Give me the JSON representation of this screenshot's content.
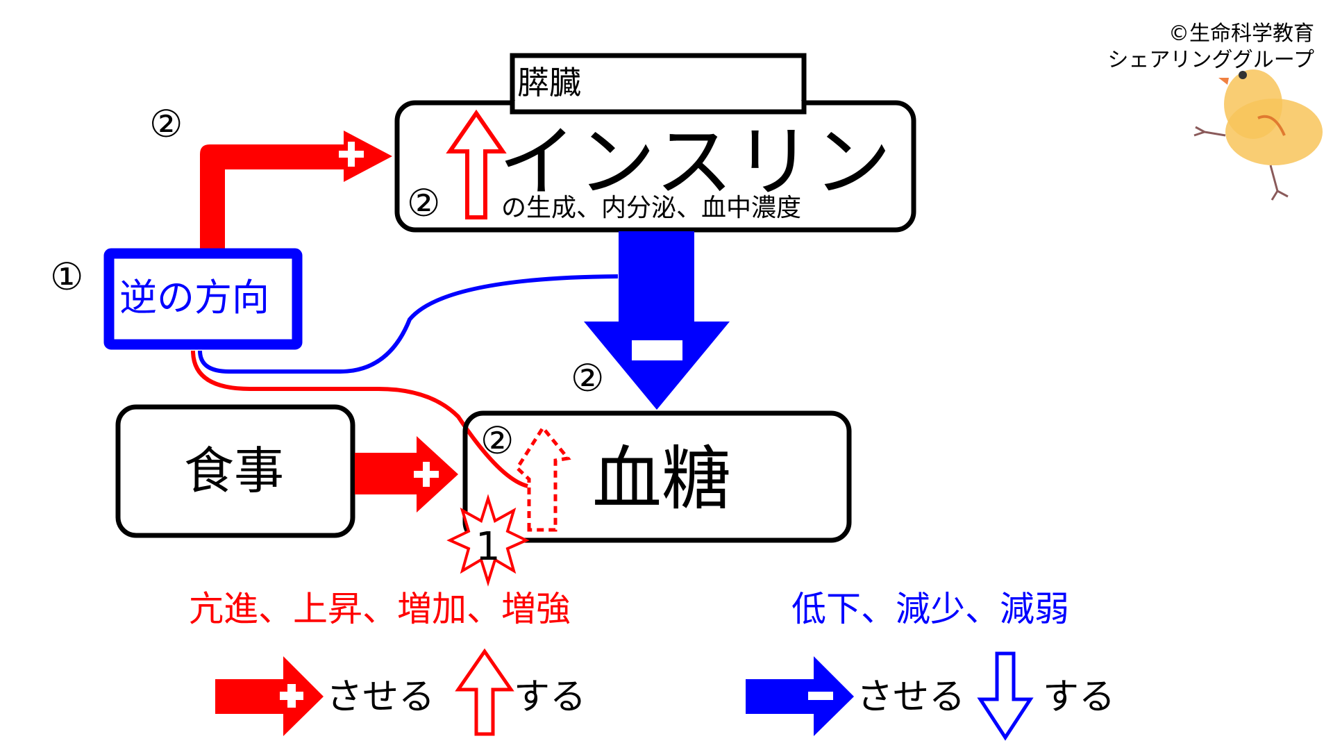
{
  "credit": {
    "line1": "©生命科学教育",
    "line2": "シェアリンググループ"
  },
  "mascot": {
    "icon": "chick-illustration-icon",
    "color": "#f5b942"
  },
  "colors": {
    "increase": "#ff0000",
    "decrease": "#0000ff",
    "box_border": "#000000"
  },
  "nodes": {
    "pancreas": {
      "label": "膵臓"
    },
    "insulin": {
      "title": "インスリン",
      "subtitle": "の生成、内分泌、血中濃度",
      "step_marker": "②"
    },
    "inverse": {
      "label": "逆の方向",
      "step_marker": "①"
    },
    "meal": {
      "label": "食事"
    },
    "blood_sugar": {
      "label": "血糖",
      "step_marker": "②"
    }
  },
  "edges": {
    "inverse_to_insulin": {
      "sign": "+",
      "step_marker": "②"
    },
    "meal_to_blood_sugar": {
      "sign": "+"
    },
    "insulin_to_blood_sugar": {
      "sign": "−",
      "step_marker": "②"
    }
  },
  "burst": {
    "label": "1"
  },
  "legend": {
    "increase_terms": "亢進、上昇、増加、増強",
    "decrease_terms": "低下、減少、減弱",
    "increase_cause_label": "させる",
    "increase_self_label": "する",
    "decrease_cause_label": "させる",
    "decrease_self_label": "する"
  }
}
